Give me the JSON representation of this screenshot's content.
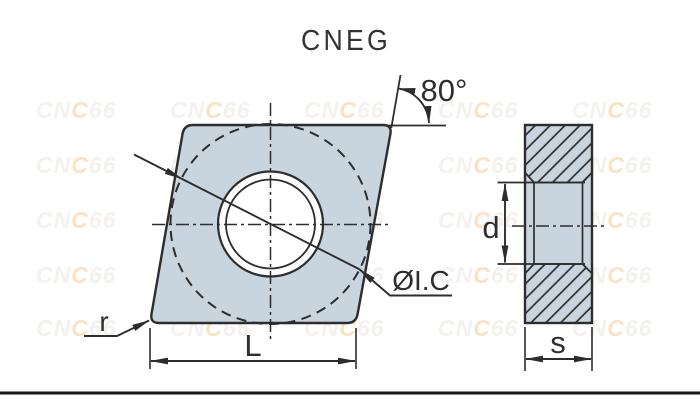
{
  "title": "CNEG",
  "front_view": {
    "angle_label": "80°",
    "inscribed_circle_label": "ØI.C",
    "corner_radius_label": "r",
    "length_label": "L"
  },
  "side_view": {
    "hole_diameter_label": "d",
    "thickness_label": "s"
  },
  "watermark": {
    "prefix": "CN",
    "accent": "C",
    "suffix": "66"
  },
  "colors": {
    "insert_fill": "#c8d5de",
    "line_color": "#2d2d2d",
    "watermark_gray": "#f4f1ee",
    "watermark_accent": "#fae2c2"
  }
}
